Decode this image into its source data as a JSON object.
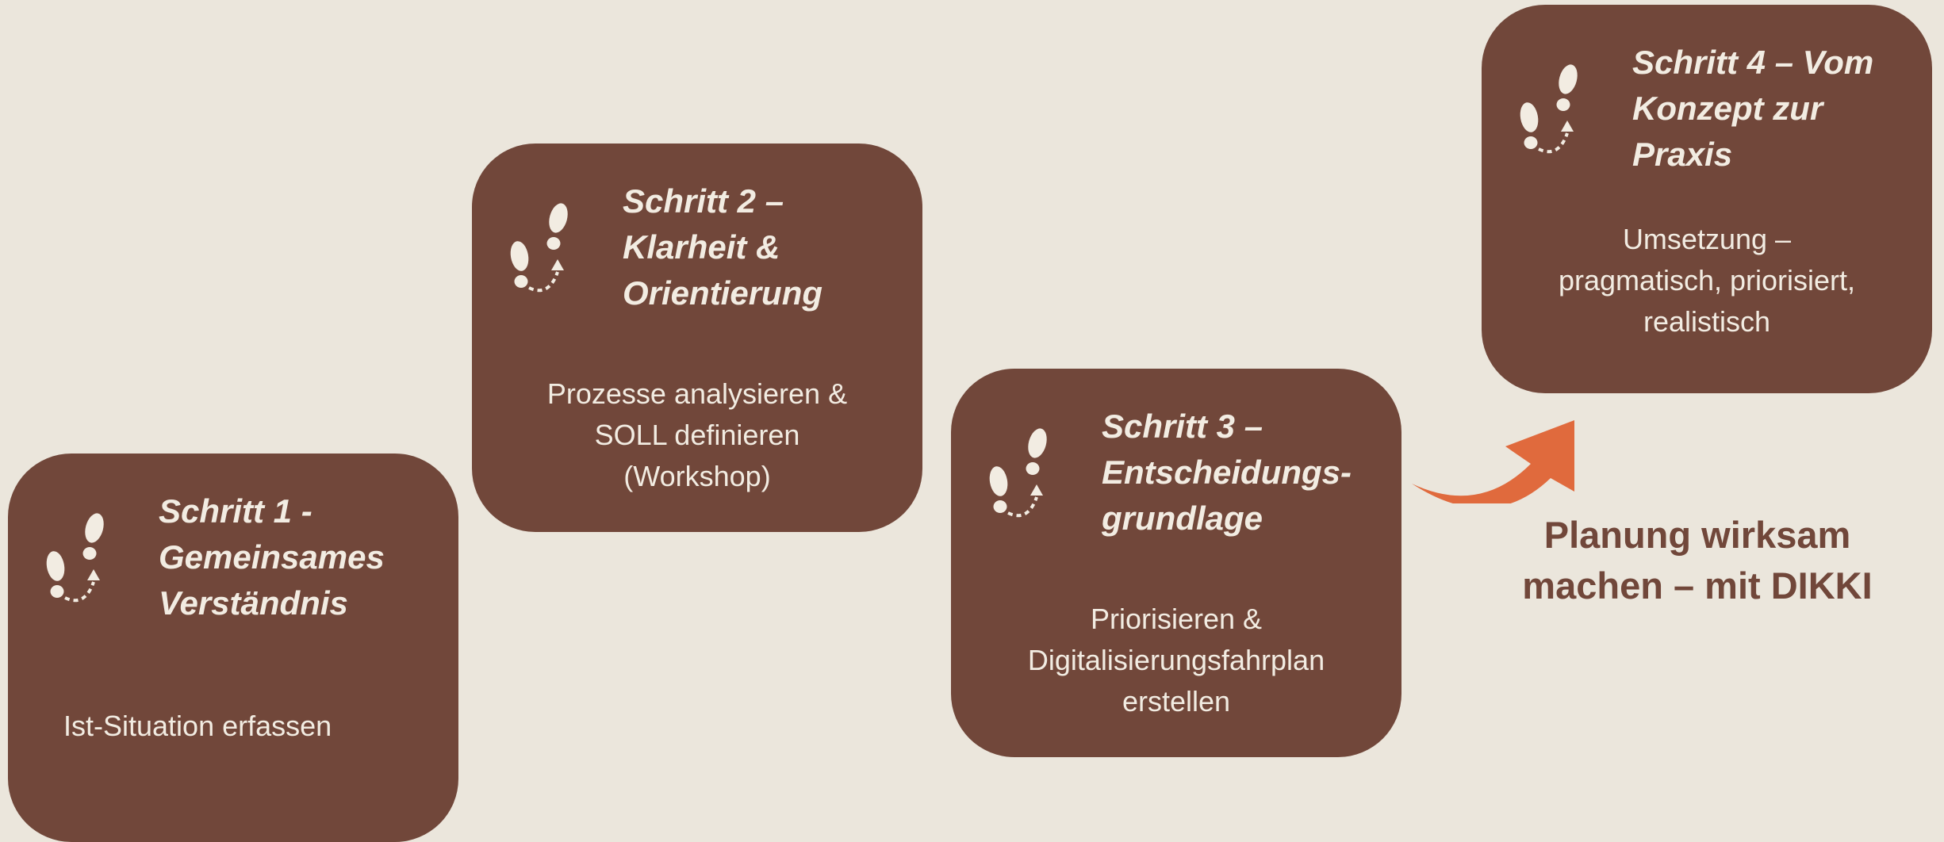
{
  "steps": [
    {
      "title_lines": [
        "Schritt 1 -",
        "Gemeinsames",
        "Verständnis"
      ],
      "desc_lines": [
        "Ist-Situation erfassen"
      ],
      "icon": "footprints-icon"
    },
    {
      "title_lines": [
        "Schritt 2 –",
        "Klarheit &",
        "Orientierung"
      ],
      "desc_lines": [
        "Prozesse analysieren &",
        "SOLL definieren",
        "(Workshop)"
      ],
      "icon": "footprints-icon"
    },
    {
      "title_lines": [
        "Schritt 3 –",
        "Entscheidungs-",
        "grundlage"
      ],
      "desc_lines": [
        "Priorisieren &",
        "Digitalisierungsfahrplan",
        "erstellen"
      ],
      "icon": "footprints-icon"
    },
    {
      "title_lines": [
        "Schritt 4 – Vom",
        "Konzept zur",
        "Praxis"
      ],
      "desc_lines": [
        "Umsetzung –",
        "pragmatisch, priorisiert,",
        "realistisch"
      ],
      "icon": "footprints-icon"
    }
  ],
  "caption_lines": [
    "Planung wirksam",
    "machen – mit DIKKI"
  ],
  "colors": {
    "background": "#ebe6dc",
    "card": "#71473a",
    "card_text": "#f2ece2",
    "arrow": "#e06a3d",
    "caption": "#71473a"
  }
}
